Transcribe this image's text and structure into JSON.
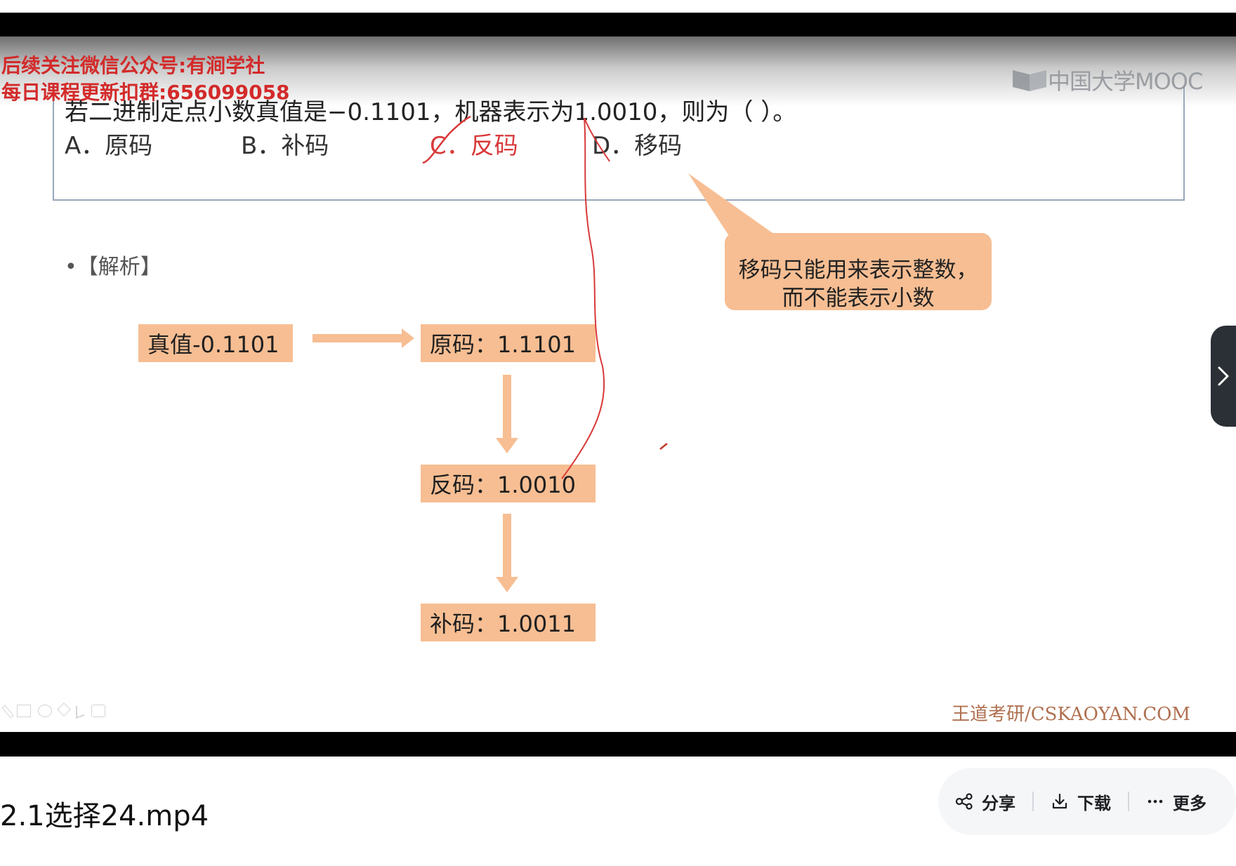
{
  "slide": {
    "watermark_line1": "后续关注微信公众号:有涧学社",
    "watermark_line2": "每日课程更新扣群:656099058",
    "logo_text": "中国大学MOOC",
    "question": "若二进制定点小数真值是−0.1101，机器表示为1.0010，则为（    ）。",
    "options": [
      {
        "label": "A．原码",
        "correct": false
      },
      {
        "label": "B．补码",
        "correct": false
      },
      {
        "label": "C．反码",
        "correct": true
      },
      {
        "label": "D．移码",
        "correct": false
      }
    ],
    "analysis_heading": "•【解析】",
    "callout_line1": "移码只能用来表示整数，",
    "callout_line2": "而不能表示小数",
    "boxes": {
      "true_value": "真值-0.1101",
      "original_code": "原码：1.1101",
      "ones_complement": "反码：1.0010",
      "twos_complement": "补码：1.0011"
    },
    "footer_brand": "王道考研/CSKAOYAN.COM"
  },
  "video": {
    "title": "2.1选择24.mp4"
  },
  "actions": {
    "share": "分享",
    "download": "下载",
    "more": "更多"
  },
  "icons": [
    "share-icon",
    "download-icon",
    "more-icon",
    "chevron-right-icon",
    "mooc-logo-icon"
  ],
  "colors": {
    "box_fill": "#f7be93",
    "watermark_red": "#d32a2a",
    "annotation_red": "#d83a3a",
    "action_bar_bg": "#f5f6f8",
    "next_tab_bg": "#2b2f36"
  }
}
